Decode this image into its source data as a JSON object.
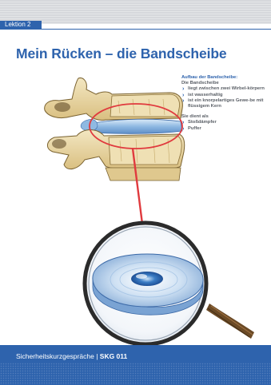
{
  "header": {
    "lesson": "Lektion 2"
  },
  "title": "Mein Rücken – die Bandscheibe",
  "info": {
    "heading": "Aufbau der Bandscheibe:",
    "intro": "Die Bandscheibe",
    "items": [
      "liegt zwischen zwei Wirbel-körpern",
      "ist wasserhaltig",
      "ist ein knorpelartiges Gewe-be mit flüssigem Kern"
    ],
    "intro2": "Sie dient als",
    "items2": [
      "Stoßdämpfer",
      "Puffer"
    ]
  },
  "footer": {
    "series": "Sicherheitskurzgespräche",
    "separator": "|",
    "code": "SKG 011"
  },
  "colors": {
    "brand_blue": "#2e63ad",
    "highlight_red": "#e03a3e",
    "bone": "#e9d7a6",
    "disc_blue": "#9cc3e6"
  }
}
